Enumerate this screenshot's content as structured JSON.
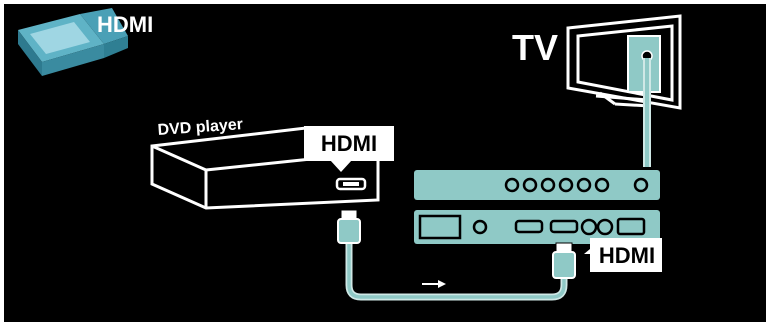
{
  "header": {
    "title": "HDMI",
    "icon": "hdmi-plug-icon"
  },
  "devices": {
    "dvd_player": {
      "label": "DVD player"
    },
    "tv": {
      "label": "TV"
    }
  },
  "connectors": {
    "dvd_port_label": "HDMI",
    "tv_port_label": "HDMI"
  },
  "signal_direction_icon": "right-arrow-icon",
  "colors": {
    "background": "#000000",
    "accent": "#8fc9c6",
    "label_bg": "#ffffff",
    "label_text": "#000000",
    "device_outline": "#ffffff"
  }
}
